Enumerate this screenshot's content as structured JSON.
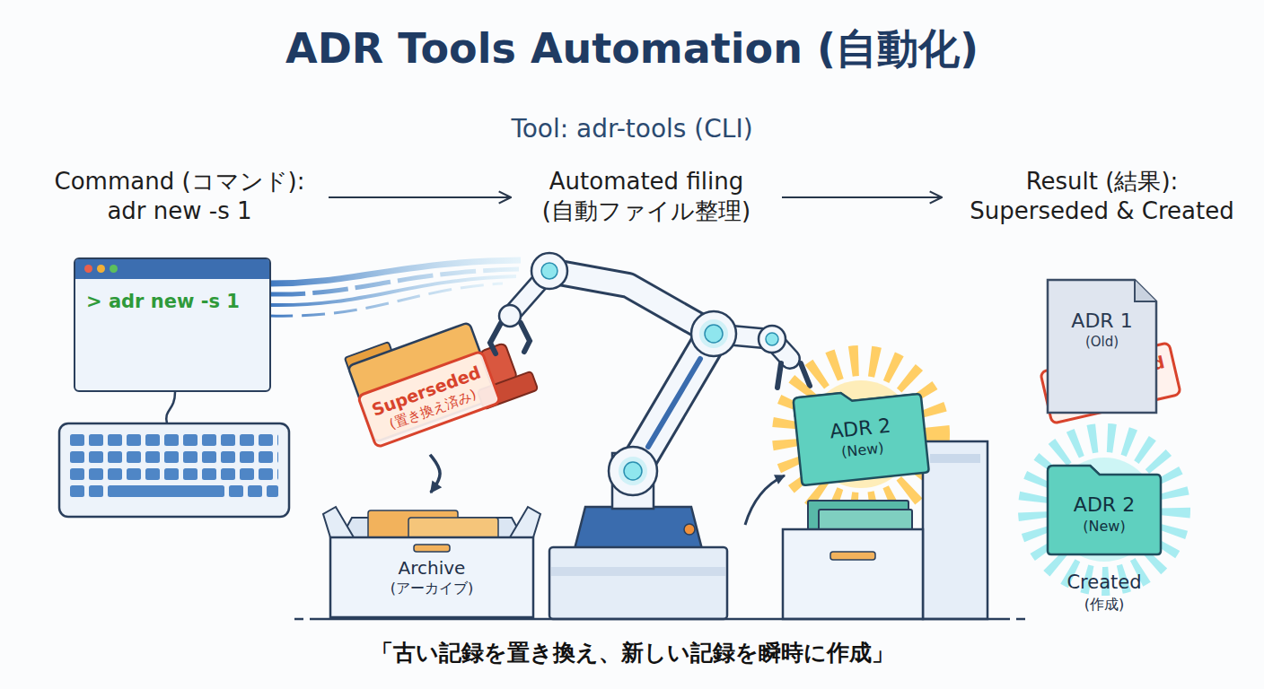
{
  "diagram": {
    "title": "ADR Tools Automation (自動化)",
    "caption": "「古い記録を置き換え、新しい記録を瞬時に作成」",
    "nodes": [
      {
        "text": [
          "Command (コマンド):",
          "adr new -s 1"
        ]
      },
      {
        "text": [
          "Automated filing",
          "(自動ファイル整理)"
        ]
      },
      {
        "text": [
          "Result (結果):",
          "Superseded & Created"
        ]
      },
      {
        "text": [
          "> adr new -s 1"
        ]
      },
      {
        "text": [
          "Superseded",
          "(置き換え済み)"
        ]
      },
      {
        "text": [
          "Archive",
          "(アーカイブ)"
        ]
      },
      {
        "text": [
          "ADR 2",
          "(New)"
        ]
      },
      {
        "text": [
          "ADR 1",
          "(Old)"
        ]
      },
      {
        "text": [
          "Superseded",
          "(置き換え済み)"
        ],
        "in": 7
      },
      {
        "text": [
          "ADR 2",
          "(New)"
        ]
      }
    ],
    "edges": [
      {
        "from": 0,
        "to": 1,
        "arrow": "to"
      },
      {
        "from": 1,
        "to": 2,
        "arrow": "to"
      },
      {
        "from": 4,
        "to": 5,
        "arrow": "to"
      }
    ],
    "labels": [
      "Tool: adr-tools (CLI)",
      "Created",
      "(作成)"
    ]
  }
}
